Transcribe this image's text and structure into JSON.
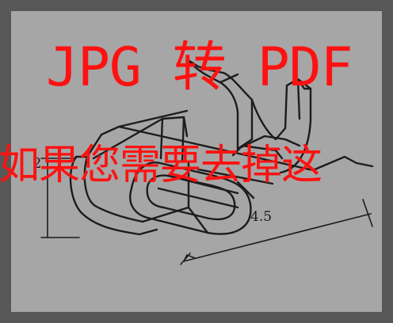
{
  "watermark": {
    "title": "JPG 转 PDF",
    "subtitle": "如果您需要去掉这"
  },
  "dimensions": {
    "width_label": "4.5",
    "height_label": "2"
  },
  "colors": {
    "frame": "#575757",
    "background": "#a6a6a6",
    "line": "#1c1c1c",
    "watermark": "#ff1111"
  }
}
